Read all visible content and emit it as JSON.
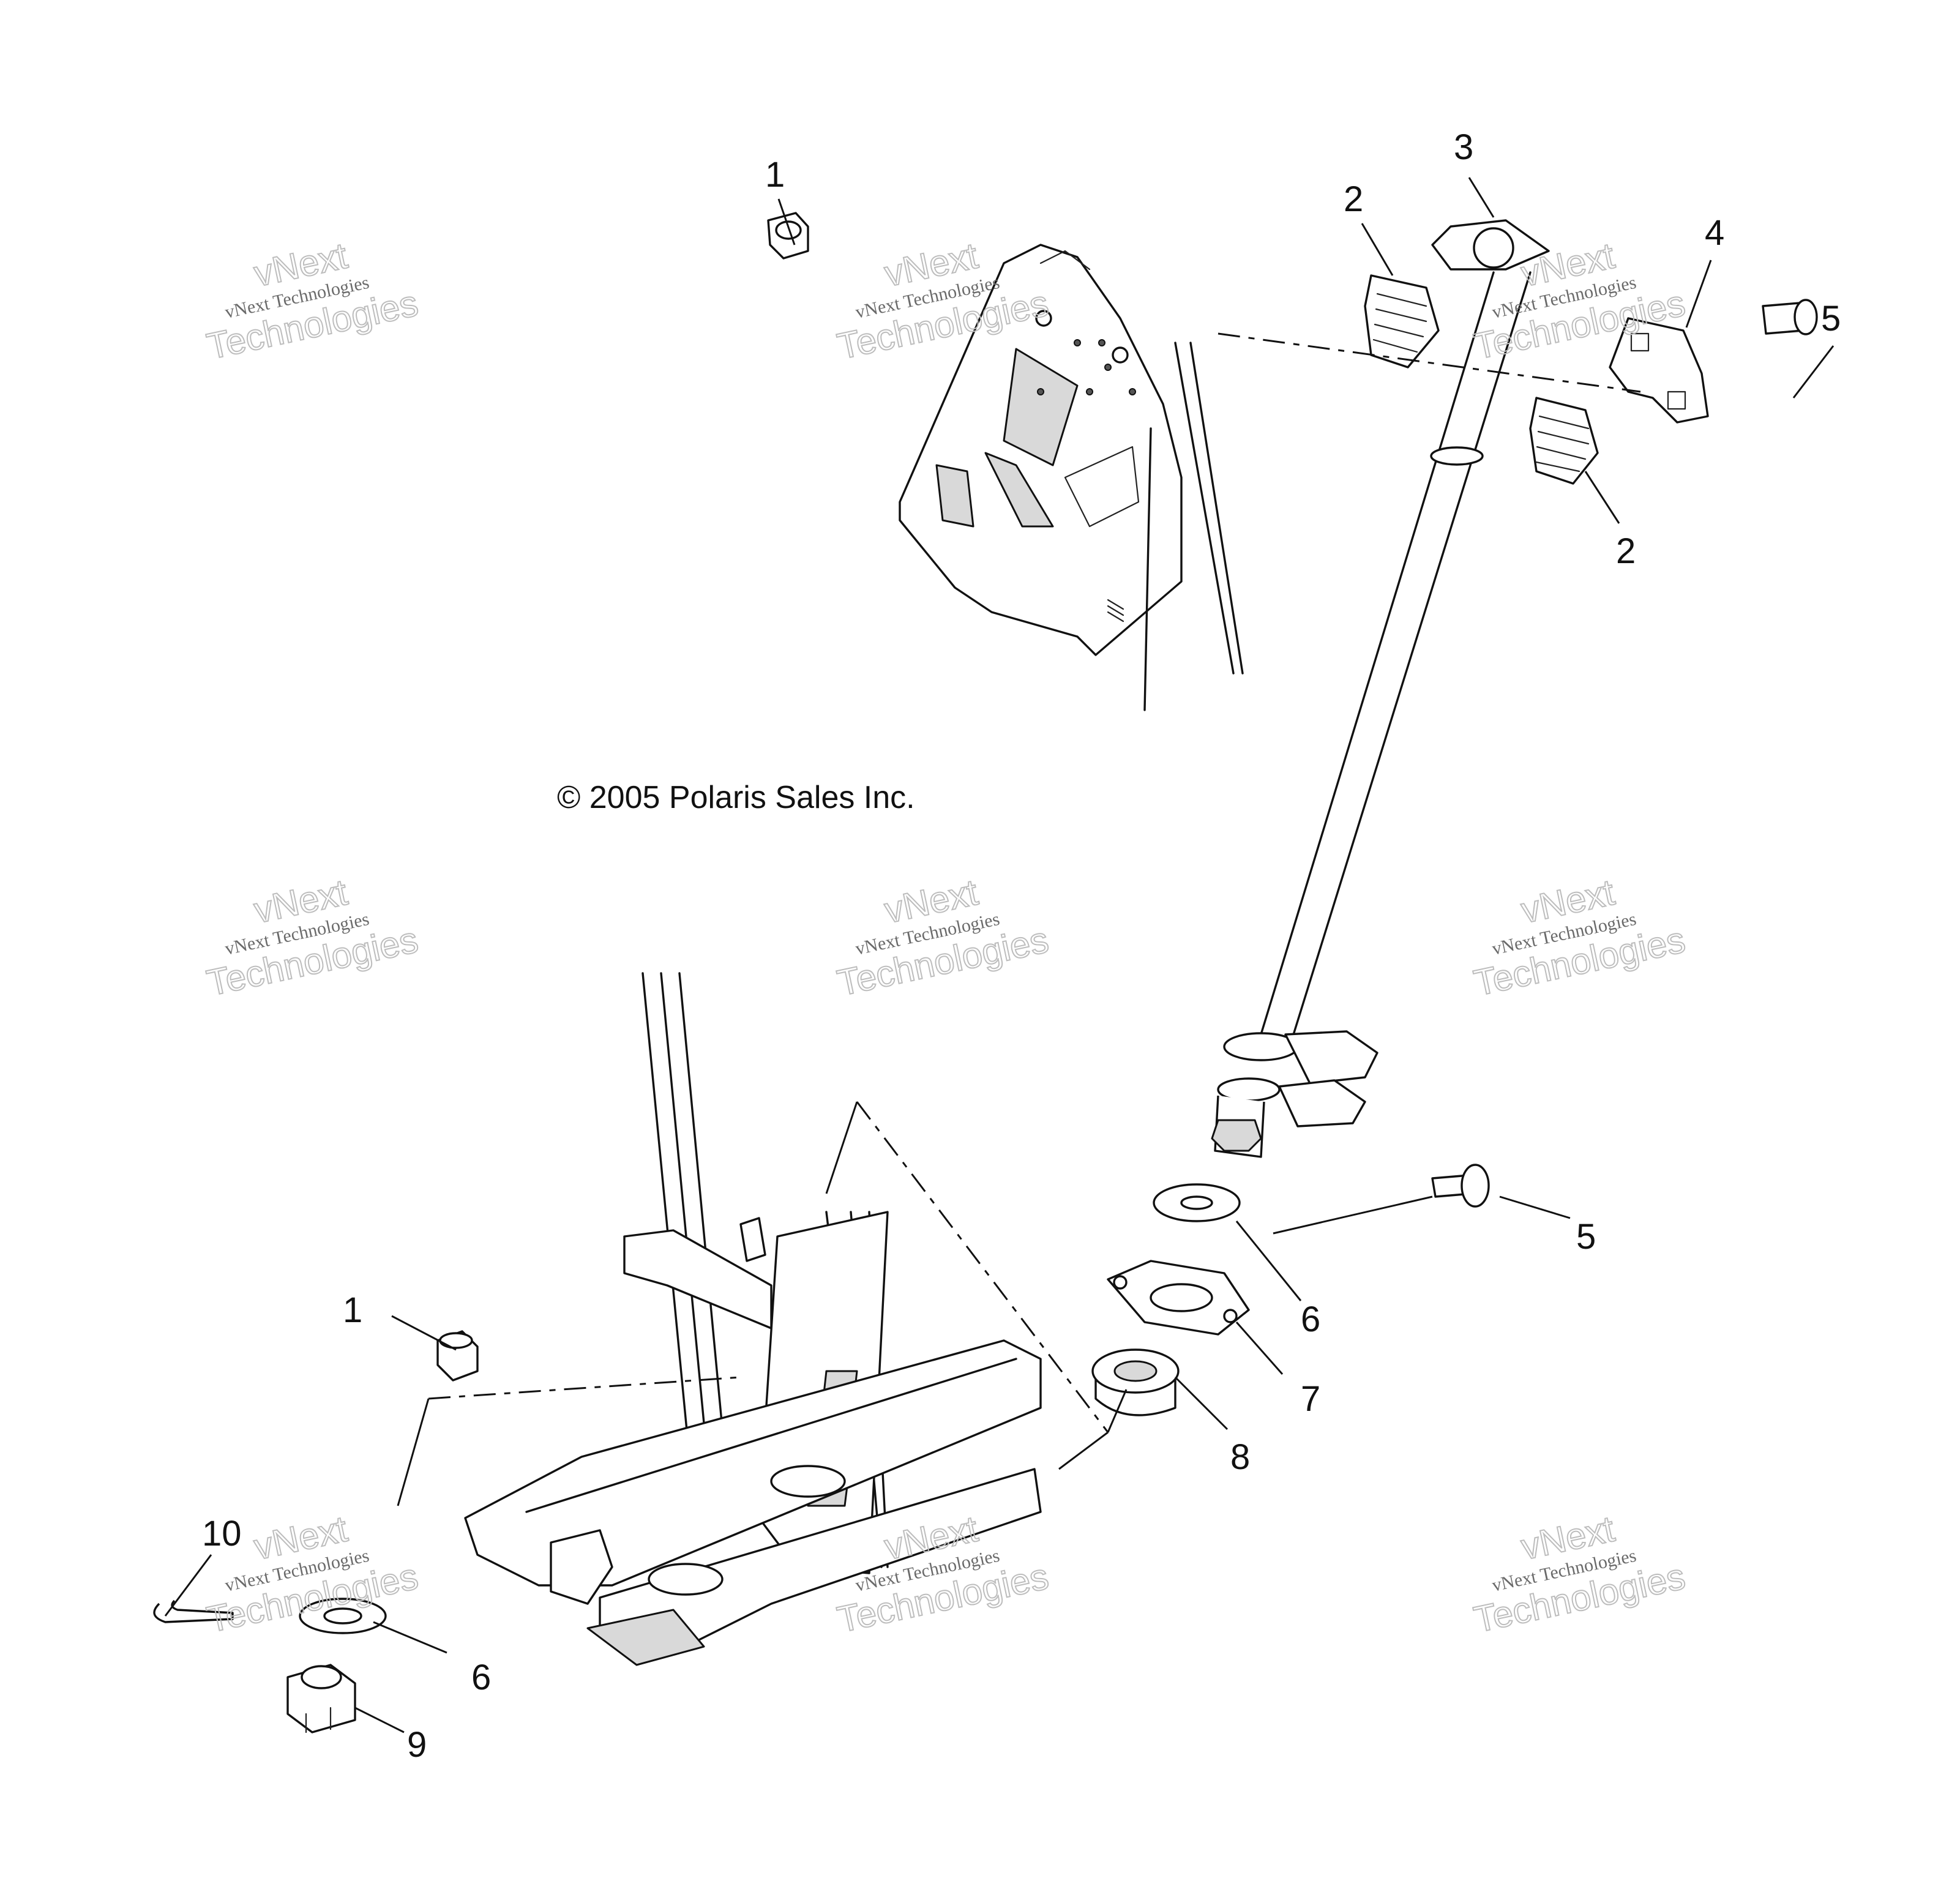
{
  "copyright": "© 2005 Polaris Sales Inc.",
  "watermark": {
    "line1": "vNext",
    "line2": "vNext Technologies",
    "line3": "Technologies"
  },
  "callouts": {
    "c1_top": "1",
    "c2_top": "2",
    "c3": "3",
    "c4": "4",
    "c5_top": "5",
    "c2_mid": "2",
    "c5_mid": "5",
    "c6_mid": "6",
    "c7": "7",
    "c8": "8",
    "c1_bottom": "1",
    "c10": "10",
    "c6_bottom": "6",
    "c9": "9"
  }
}
